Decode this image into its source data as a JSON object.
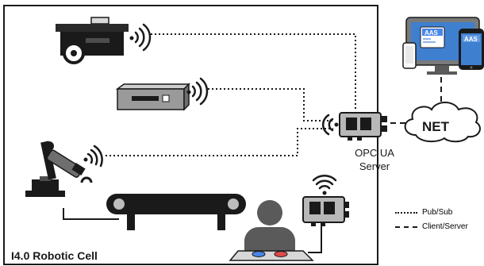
{
  "cell": {
    "title": "I4.0 Robotic Cell"
  },
  "server": {
    "line1": "OPC UA",
    "line2": "Server"
  },
  "network": {
    "label": "NET"
  },
  "devices": {
    "tag_tablet": "AAS",
    "tag_phone": "AAS"
  },
  "legend": {
    "pubsub": "Pub/Sub",
    "client_server": "Client/Server"
  },
  "colors": {
    "outline": "#1a1a1a",
    "device_gray": "#8a8a8a",
    "screen_blue": "#3f7fd0",
    "board_gray": "#b8b8b8",
    "button_blue": "#4a86e8",
    "button_red": "#e04a4a"
  }
}
